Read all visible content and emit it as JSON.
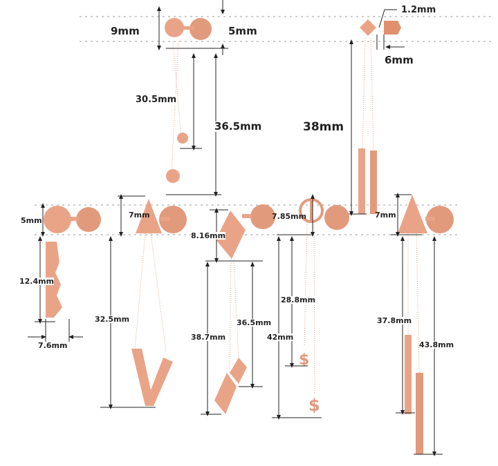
{
  "colors": {
    "rose_gold": "#e9a488",
    "rose_dark": "#c9785e",
    "line": "#222222",
    "guide": "#999999"
  },
  "labels": {
    "flower_stud_height": "9mm",
    "flower_back_width": "5mm",
    "flower_chain_short": "30.5mm",
    "flower_chain_long": "36.5mm",
    "bar_thickness": "1.2mm",
    "bar_width": "6mm",
    "bar_chain_length": "38mm",
    "blade_stud": "5mm",
    "blade_height": "12.4mm",
    "blade_width": "7.6mm",
    "triangle_v_stud": "7mm",
    "v_chain_length": "32.5mm",
    "diamond_stud": "8.16mm",
    "diamond_chain_long": "38.7mm",
    "diamond_chain_short": "36.5mm",
    "peace_stud": "7.85mm",
    "peace_chain_short": "28.8mm",
    "peace_chain_long": "42mm",
    "triangle_bar_stud": "7mm",
    "triangle_bar_short": "37.8mm",
    "triangle_bar_long": "43.8mm"
  }
}
